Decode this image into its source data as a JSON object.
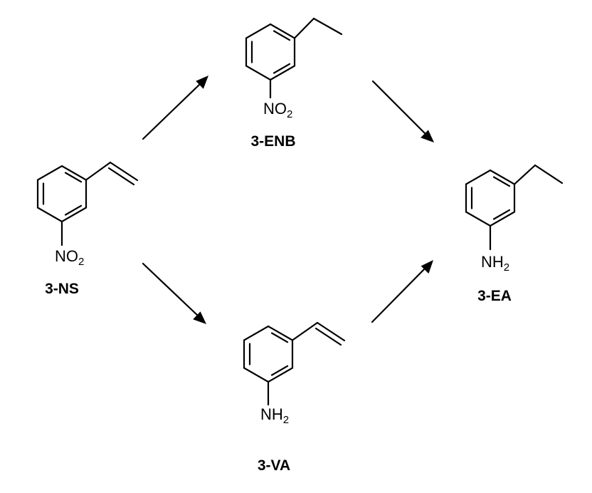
{
  "compounds": {
    "ns": {
      "label": "3-NS",
      "group_main": "NO",
      "group_sub": "2"
    },
    "enb": {
      "label": "3-ENB",
      "group_main": "NO",
      "group_sub": "2"
    },
    "va": {
      "label": "3-VA",
      "group_main": "NH",
      "group_sub": "2"
    },
    "ea": {
      "label": "3-EA",
      "group_main": "NH",
      "group_sub": "2"
    }
  },
  "colors": {
    "ink": "#000000",
    "background": "#ffffff"
  }
}
